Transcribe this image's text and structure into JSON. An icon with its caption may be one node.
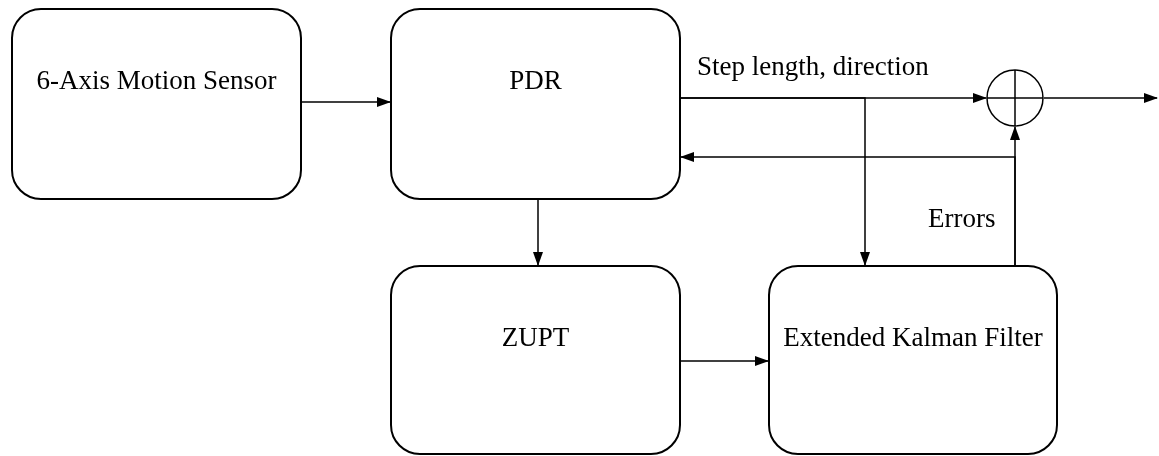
{
  "diagram": {
    "nodes": [
      {
        "text": [
          "6-Axis Motion Sensor"
        ]
      },
      {
        "text": [
          "PDR"
        ]
      },
      {
        "text": [
          "ZUPT"
        ]
      },
      {
        "text": [
          "Extended Kalman Filter"
        ]
      },
      {
        "text": [],
        "shape": "circle"
      }
    ],
    "edges": [
      {
        "from": 0,
        "to": 1,
        "arrow": "to"
      },
      {
        "from": 1,
        "to": 4,
        "arrow": "to",
        "label": "Step length, direction"
      },
      {
        "from": 4,
        "to": null,
        "arrow": "to"
      },
      {
        "from": 1,
        "to": 3,
        "arrow": "to"
      },
      {
        "from": 3,
        "to": 4,
        "arrow": "to",
        "label": "Errors"
      },
      {
        "from": 3,
        "to": 1,
        "arrow": "to"
      },
      {
        "from": 1,
        "to": 2,
        "arrow": "to"
      },
      {
        "from": 2,
        "to": 3,
        "arrow": "to"
      }
    ]
  }
}
